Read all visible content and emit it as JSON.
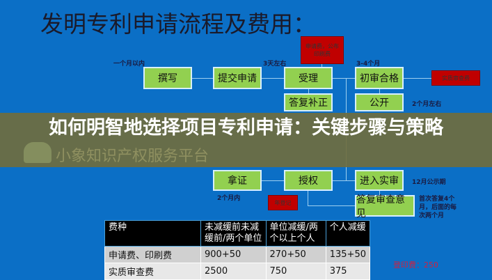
{
  "slide": {
    "title": "发明专利申请流程及费用：",
    "steps": [
      "撰写",
      "提交申请",
      "受理",
      "初审合格",
      "答复补正",
      "公开",
      "拿证",
      "授权",
      "进入实审",
      "答复审查意见"
    ],
    "fees": [
      "申请费，公布印刷费",
      "实质审查费",
      "年登记"
    ],
    "durations": [
      "一个月以内",
      "3天左右",
      "3-4个月",
      "2个月左右",
      "12月公示期",
      "2个月内"
    ],
    "note": "首次答复4个月，后面的每次两个月",
    "stamp_fee": "登印费：250",
    "watermark": "小象知识产权服务平台",
    "table": {
      "headers": [
        "费种",
        "未减缓前未减缓前/两个单位",
        "单位减缓/两个以上个人",
        "个人减缓"
      ],
      "rows": [
        [
          "申请费、印刷费",
          "900+50",
          "270+50",
          "135+50"
        ],
        [
          "实质审查费",
          "2500",
          "750",
          "375"
        ]
      ]
    }
  },
  "overlay": {
    "headline": "如何明智地选择项目专利申请：关键步骤与策略"
  },
  "colors": {
    "background": "#0b6fc6",
    "step": "#92d050",
    "fee": "#c00000"
  }
}
